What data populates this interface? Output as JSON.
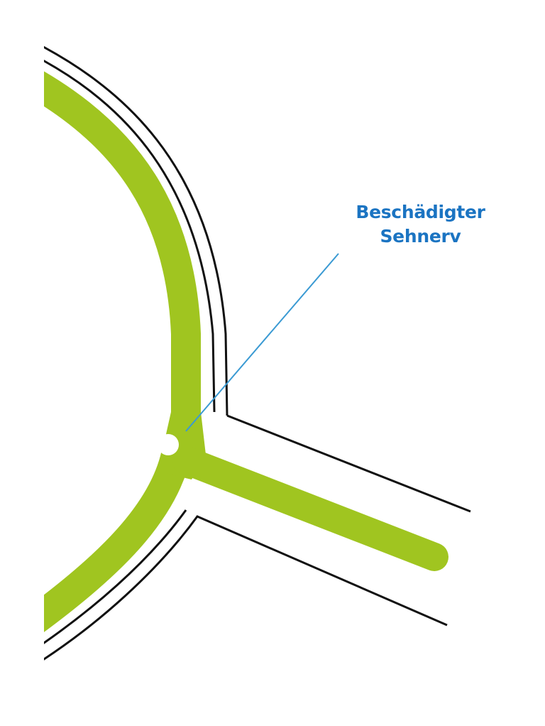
{
  "diagram": {
    "type": "anatomy-illustration",
    "subject": "eye cross-section with optic nerve",
    "annotation": {
      "line1": "Beschädigter",
      "line2": "Sehnerv",
      "color": "#1b74c2"
    },
    "colors": {
      "retina_band": "#a0c520",
      "outline": "#111111",
      "leader_line": "#3a9ad3",
      "background": "#ffffff"
    },
    "parts": [
      {
        "name": "retina-band",
        "description": "green curved band with branch into optic nerve"
      },
      {
        "name": "damage-notch",
        "description": "white notch at optic nerve head"
      },
      {
        "name": "eye-wall-outlines",
        "description": "two black parallel curves outlining eye wall"
      },
      {
        "name": "optic-nerve-sheath",
        "description": "black lines bordering the optic nerve"
      },
      {
        "name": "leader-line",
        "description": "blue pointer from label to damaged nerve"
      }
    ]
  }
}
